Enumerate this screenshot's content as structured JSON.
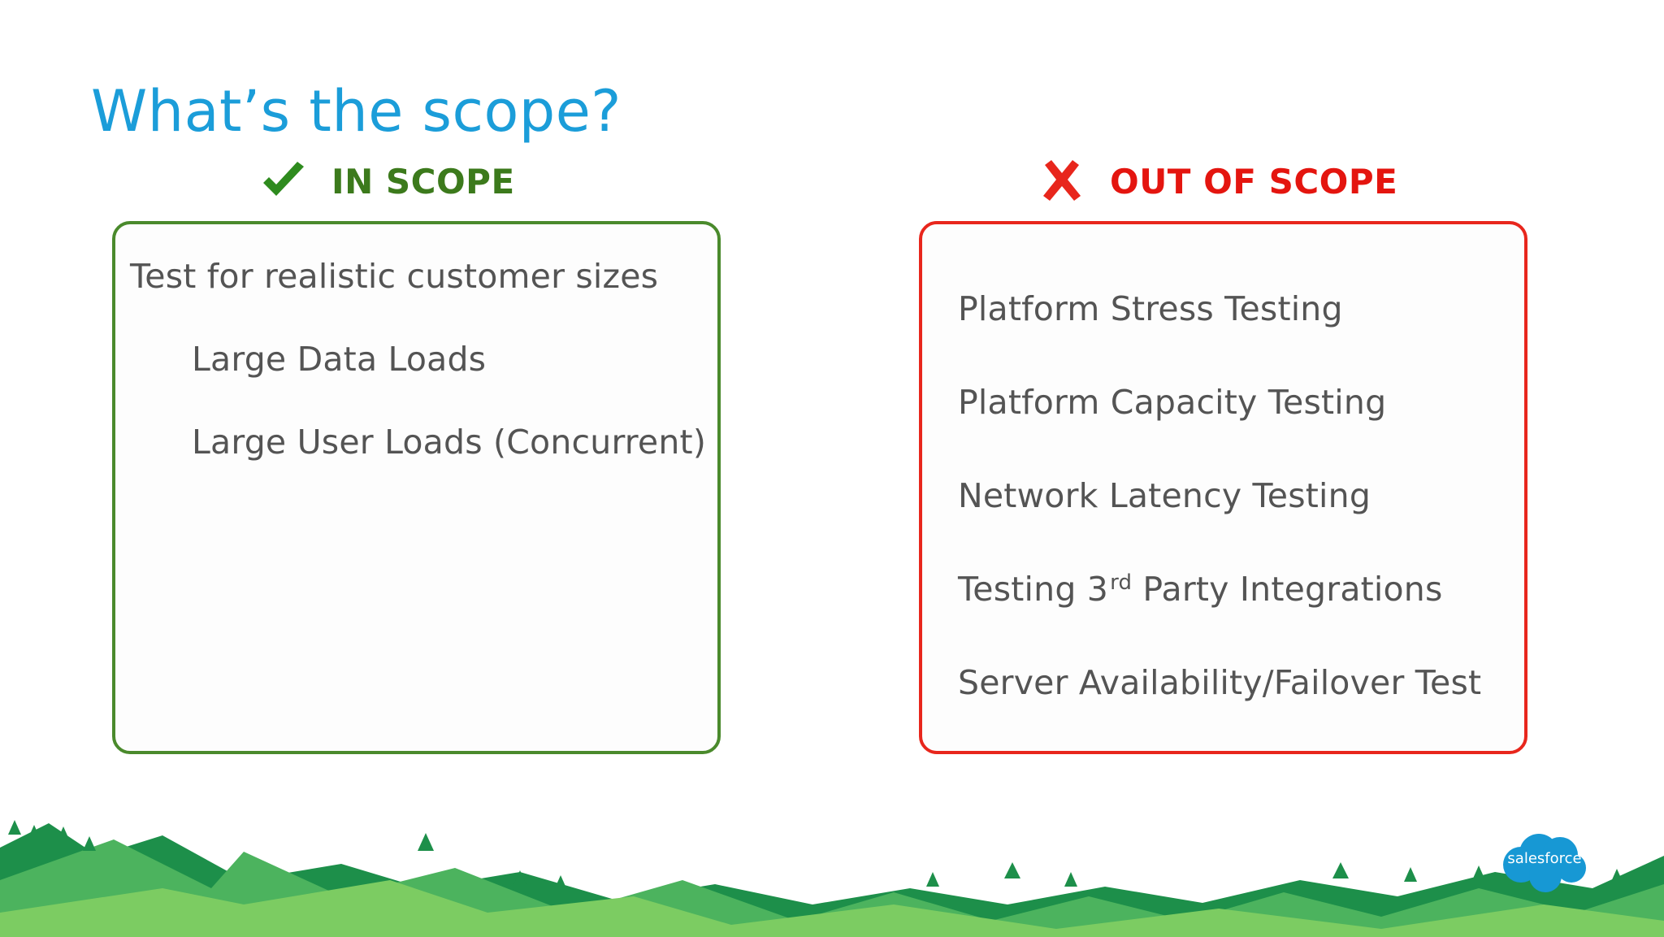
{
  "slide": {
    "title": "What’s the scope?",
    "colors": {
      "title": "#1b9dd9",
      "in_scope": "#3c7a1c",
      "out_of_scope": "#e4150f",
      "body_text": "#545454"
    }
  },
  "in_scope": {
    "icon": "checkmark-icon",
    "heading": "IN SCOPE",
    "lead": "Test for realistic customer sizes",
    "items": [
      "Large Data Loads",
      "Large User Loads (Concurrent)"
    ]
  },
  "out_of_scope": {
    "icon": "cross-icon",
    "heading": "OUT OF SCOPE",
    "items": [
      "Platform Stress Testing",
      "Platform Capacity Testing",
      "Network Latency Testing",
      {
        "pre": "Testing 3",
        "sup": "rd",
        "post": " Party Integrations"
      },
      "Server Availability/Failover Test"
    ]
  },
  "footer": {
    "logo_text": "salesforce",
    "logo_icon": "salesforce-cloud-icon"
  }
}
